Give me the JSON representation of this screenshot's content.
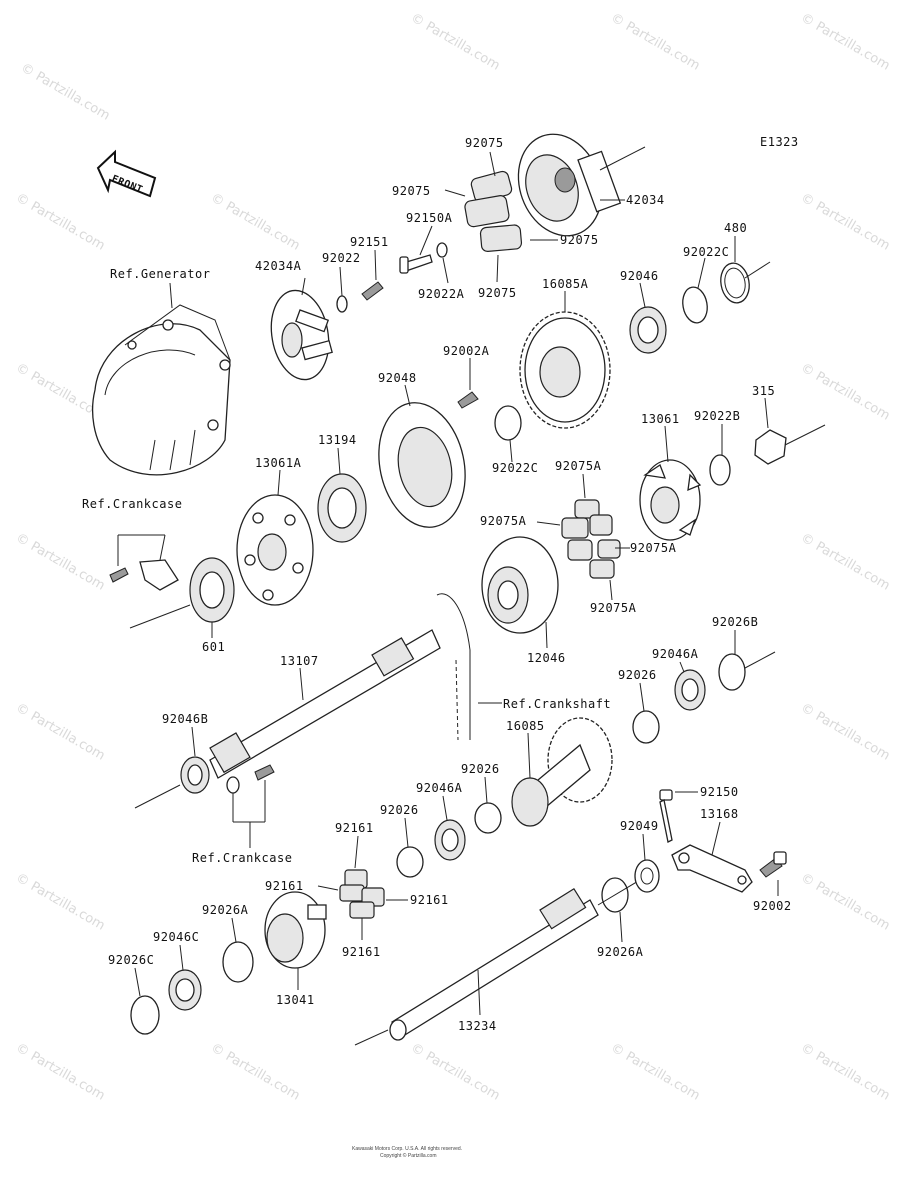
{
  "diagram_code": "E1323",
  "front_label": "FRONT",
  "watermark_text": "© Partzilla.com",
  "footer_line1": "Kawasaki Motors Corp. U.S.A. All rights reserved.",
  "footer_line2": "Copyright © Partzilla.com",
  "labels": {
    "p92075_top": "92075",
    "p92075_left": "92075",
    "p42034": "42034",
    "p92150A": "92150A",
    "p92075_r": "92075",
    "p480": "480",
    "p42034A": "42034A",
    "p92022": "92022",
    "p92151": "92151",
    "p92022C_top": "92022C",
    "p92022A": "92022A",
    "p92075_bot": "92075",
    "p16085A": "16085A",
    "p92046": "92046",
    "ref_generator": "Ref.Generator",
    "p92002A": "92002A",
    "p92048": "92048",
    "p315": "315",
    "p92022B": "92022B",
    "p13061": "13061",
    "p13194": "13194",
    "p13061A": "13061A",
    "p92022C_mid": "92022C",
    "p92075A_top": "92075A",
    "ref_crankcase_top": "Ref.Crankcase",
    "p92075A_left": "92075A",
    "p92075A_right": "92075A",
    "p92075A_bot": "92075A",
    "p601": "601",
    "p12046": "12046",
    "p92026B": "92026B",
    "p13107": "13107",
    "p92046A_right": "92046A",
    "p92026_right": "92026",
    "ref_crankshaft": "Ref.Crankshaft",
    "p92046B": "92046B",
    "p16085": "16085",
    "p92026_mid": "92026",
    "p92046A_mid": "92046A",
    "p92150": "92150",
    "p92026_left": "92026",
    "p92161_top": "92161",
    "p92049": "92049",
    "p13168": "13168",
    "ref_crankcase_bot": "Ref.Crankcase",
    "p92161_left": "92161",
    "p92161_right": "92161",
    "p92002": "92002",
    "p92026A_left": "92026A",
    "p92046C": "92046C",
    "p92161_bot": "92161",
    "p92026C_bot": "92026C",
    "p13041": "13041",
    "p92026A_right": "92026A",
    "p13234": "13234"
  }
}
